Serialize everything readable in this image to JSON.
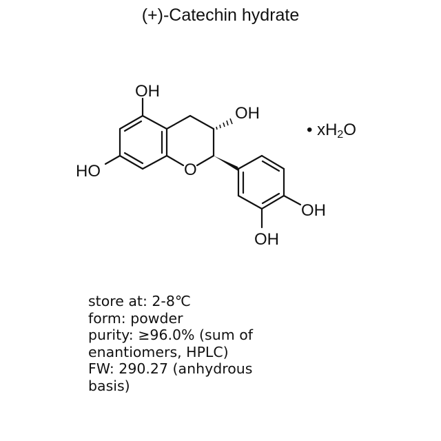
{
  "title": "(+)-Catechin hydrate",
  "structure": {
    "labels": {
      "oh_c5": "OH",
      "oh_c3": "OH",
      "ho_c7": "HO",
      "ring_o": "O",
      "oh_c4p": "OH",
      "oh_c3p": "OH"
    },
    "hydrate": {
      "dot": "•",
      "prefix": " xH",
      "subscript": "2",
      "suffix": "O"
    }
  },
  "properties": [
    {
      "line": "store at: 2-8℃"
    },
    {
      "line": "form: powder"
    },
    {
      "line": "purity: ≥96.0% (sum of"
    },
    {
      "line": "enantiomers, HPLC)"
    },
    {
      "line": "FW: 290.27 (anhydrous"
    },
    {
      "line": "basis)"
    }
  ]
}
